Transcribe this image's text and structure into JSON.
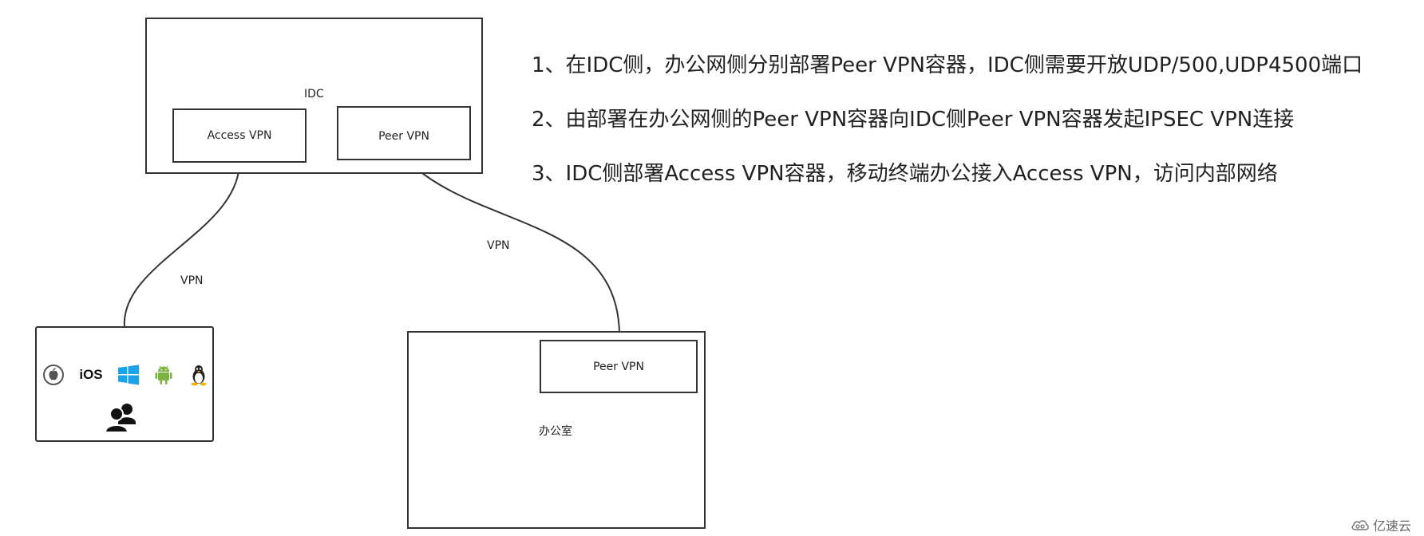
{
  "idc": {
    "title": "IDC",
    "access_vpn": "Access VPN",
    "peer_vpn": "Peer VPN"
  },
  "office": {
    "title": "办公室",
    "peer_vpn": "Peer VPN"
  },
  "mobile": {
    "ios_label": "iOS",
    "icons": [
      "apple-icon",
      "ios-icon",
      "windows-icon",
      "android-icon",
      "linux-icon",
      "users-icon"
    ]
  },
  "links": {
    "mobile_vpn": "VPN",
    "office_vpn": "VPN"
  },
  "notes": [
    "1、在IDC侧，办公网侧分别部署Peer VPN容器，IDC侧需要开放UDP/500,UDP4500端口",
    "2、由部署在办公网侧的Peer VPN容器向IDC侧Peer VPN容器发起IPSEC VPN连接",
    "3、IDC侧部署Access VPN容器，移动终端办公接入Access VPN，访问内部网络"
  ],
  "watermark": "亿速云",
  "colors": {
    "line": "#333333",
    "windows": "#1aa3e8",
    "android": "#7cb342",
    "linux": "#f4b400"
  }
}
